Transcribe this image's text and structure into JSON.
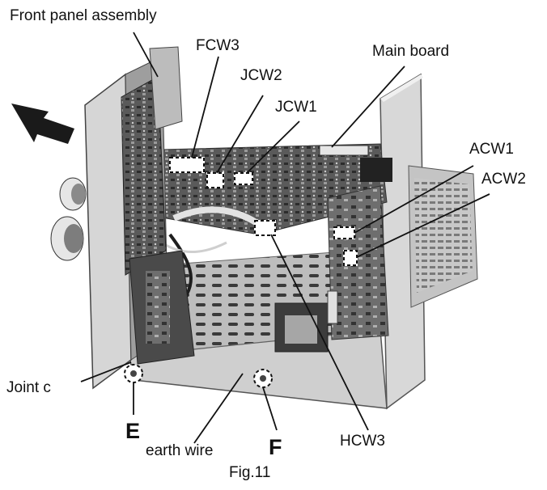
{
  "labels": {
    "front_panel": "Front panel assembly",
    "fcw3": "FCW3",
    "jcw2": "JCW2",
    "jcw1": "JCW1",
    "main_board": "Main board",
    "acw1": "ACW1",
    "acw2": "ACW2",
    "joint_c": "Joint c",
    "e": "E",
    "earth_wire": "earth wire",
    "f": "F",
    "hcw3": "HCW3",
    "caption": "Fig.11"
  },
  "icons": {
    "direction_arrow": "arrow-up-left-icon"
  },
  "colors": {
    "ink": "#111111",
    "photo_dark": "#2a2a2a",
    "photo_mid": "#8a8a8a",
    "photo_light": "#d4d4d4"
  }
}
